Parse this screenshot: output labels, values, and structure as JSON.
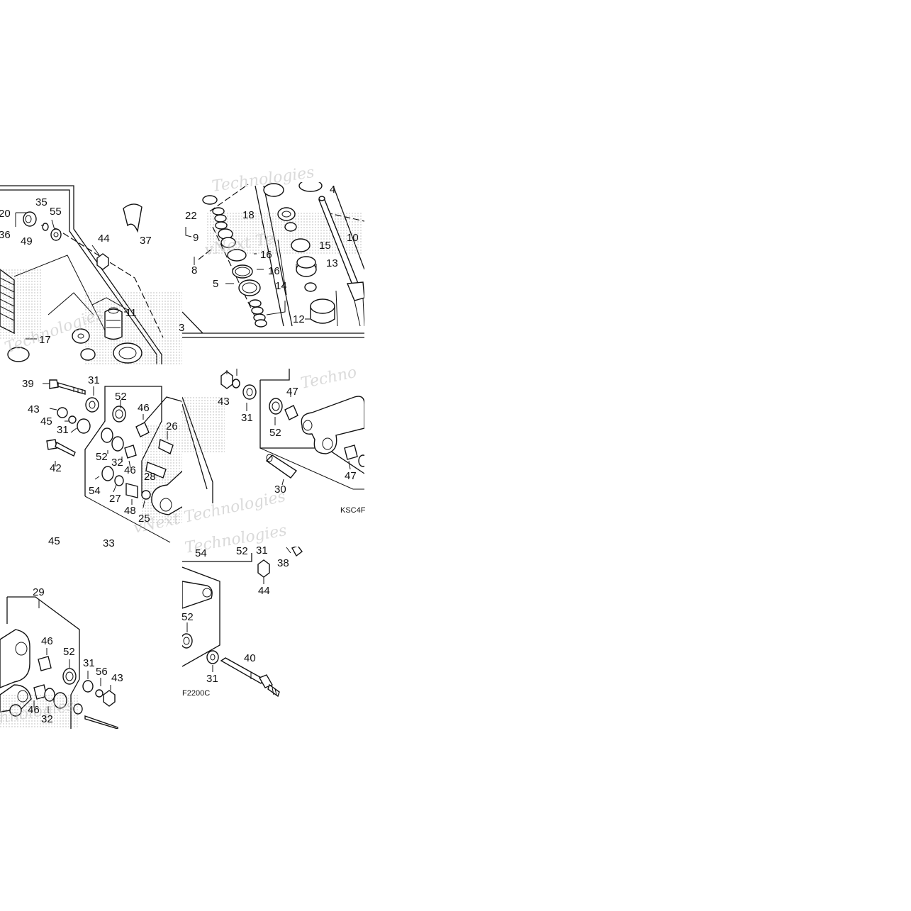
{
  "labels": {
    "t1": [
      "20",
      "35",
      "55",
      "36",
      "49",
      "44",
      "37",
      "11",
      "17"
    ],
    "t2": [
      "4",
      "22",
      "18",
      "9",
      "10",
      "16",
      "15",
      "8",
      "16",
      "13",
      "5",
      "14",
      "12",
      "3"
    ],
    "m1": [
      "39",
      "31",
      "52",
      "46",
      "43",
      "45",
      "31",
      "26",
      "42",
      "52",
      "32",
      "46",
      "28",
      "54",
      "27",
      "48",
      "25",
      "45",
      "33"
    ],
    "m2": [
      "47",
      "43",
      "31",
      "52",
      "47",
      "30"
    ],
    "b1": [
      "29",
      "46",
      "52",
      "31",
      "56",
      "43",
      "46",
      "32"
    ],
    "b2": [
      "54",
      "52",
      "31",
      "38",
      "44",
      "52",
      "40",
      "31"
    ]
  },
  "codes": {
    "m2": "KSC4F",
    "b2": "F2200C"
  },
  "watermarks": [
    "Technologies",
    "vNext Technologies",
    "Techno",
    "vNext Te",
    "Technologies",
    "hnologies",
    "Technologies"
  ]
}
